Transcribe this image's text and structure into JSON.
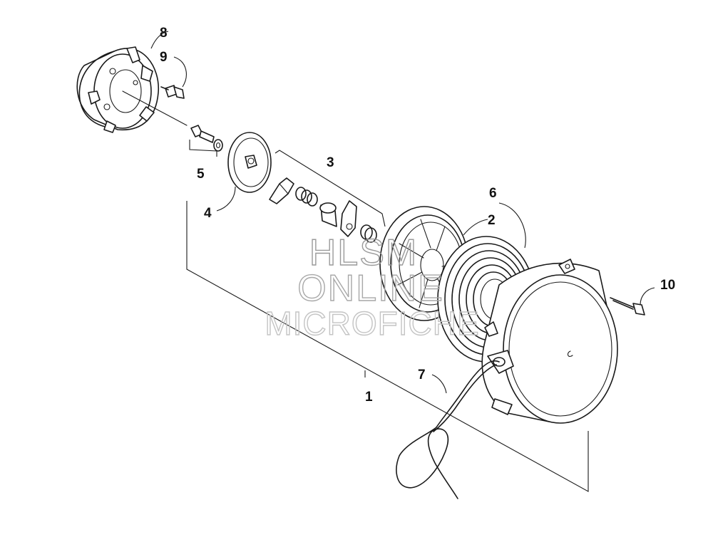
{
  "callouts": {
    "c1": "1",
    "c2": "2",
    "c3": "3",
    "c4": "4",
    "c5": "5",
    "c6": "6",
    "c7": "7",
    "c8": "8",
    "c9": "9",
    "c10": "10"
  },
  "watermark": {
    "line1": "HLSM",
    "line2": "ONLINE",
    "line3": "MICROFICHE"
  }
}
